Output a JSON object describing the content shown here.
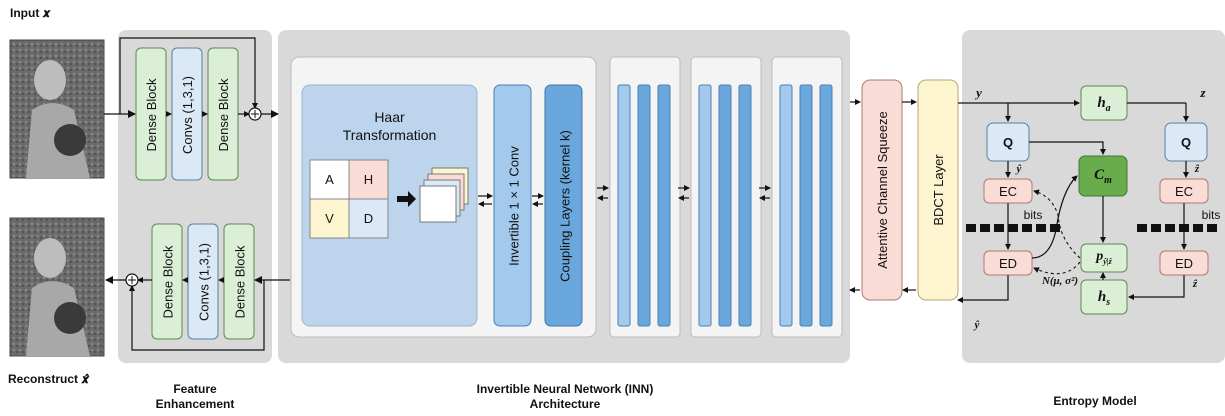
{
  "colors": {
    "panel": "#d9d9d9",
    "green": "#dbefd6",
    "blue": "#dbe9f6",
    "haar": "#bcd5ec",
    "inv_blue": "#a3c9ec",
    "coupling_blue": "#6aa7dc",
    "pink": "#f9dcd6",
    "yellow": "#fdf5cf",
    "dark_green": "#69ac4b"
  },
  "labels": {
    "input": "Input 𝒙",
    "reconstruct": "Reconstruct  𝒙̂",
    "feature_enhancement": "Feature\nEnhancement",
    "inn_architecture": "Invertible Neural Network (INN)\nArchitecture",
    "entropy_model": "Entropy Model"
  },
  "feature_enhancement": {
    "top": [
      "Dense Block",
      "Convs (1,3,1)",
      "Dense Block"
    ],
    "bottom": [
      "Dense Block",
      "Convs (1,3,1)",
      "Dense Block"
    ]
  },
  "inn": {
    "haar_title": "Haar\nTransformation",
    "subbands": [
      "A",
      "H",
      "V",
      "D"
    ],
    "invertible_conv": "Invertible 1 × 1 Conv",
    "coupling": "Coupling Layers (kernel k)"
  },
  "attentive_squeeze": "Attentive Channel Squeeze",
  "bdct": "BDCT Layer",
  "entropy": {
    "y": "y",
    "z": "z",
    "y_hat": "ŷ",
    "z_hat": "ẑ",
    "q": "Q",
    "ec": "EC",
    "ed": "ED",
    "bits": "bits",
    "ha": "h",
    "ha_sub": "a",
    "hs": "h",
    "hs_sub": "s",
    "cm": "C",
    "cm_sub": "m",
    "p": "p",
    "p_sub": "ŷ|ẑ",
    "normal": "N(μ, σ²)"
  }
}
